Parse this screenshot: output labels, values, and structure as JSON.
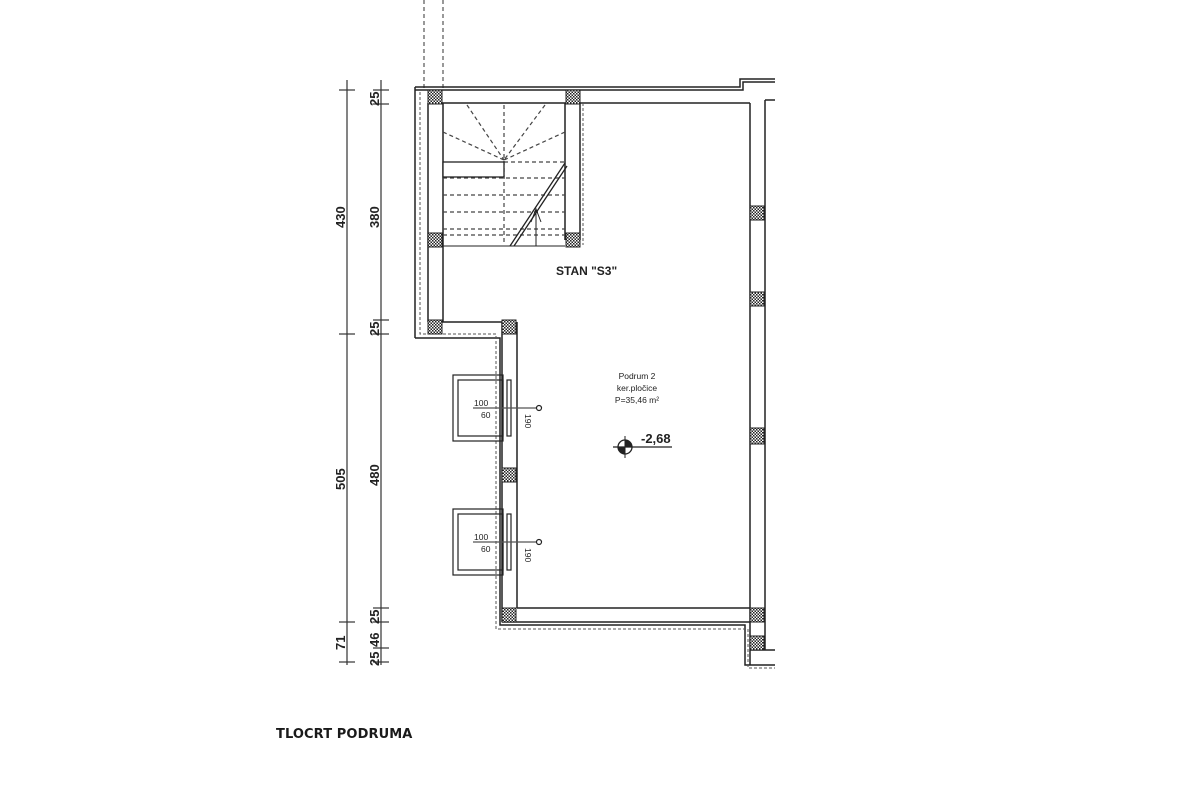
{
  "drawing": {
    "title": "TLOCRT PODRUMA",
    "unit_label": "STAN \"S3\"",
    "room": {
      "name": "Podrum 2",
      "finish": "ker.pločice",
      "area": "P=35,46 m²"
    },
    "level_marker": "-2,68",
    "windows": [
      {
        "width": "100",
        "sill": "60",
        "height": "190"
      },
      {
        "width": "100",
        "sill": "60",
        "height": "190"
      }
    ],
    "dimensions": {
      "outer_chain": [
        "430",
        "505",
        "71"
      ],
      "inner_chain": [
        "25",
        "380",
        "25",
        "480",
        "25",
        "46",
        "25"
      ]
    },
    "colors": {
      "line": "#222222",
      "hatch": "#333333",
      "dashed": "#555555",
      "background": "#ffffff"
    }
  }
}
